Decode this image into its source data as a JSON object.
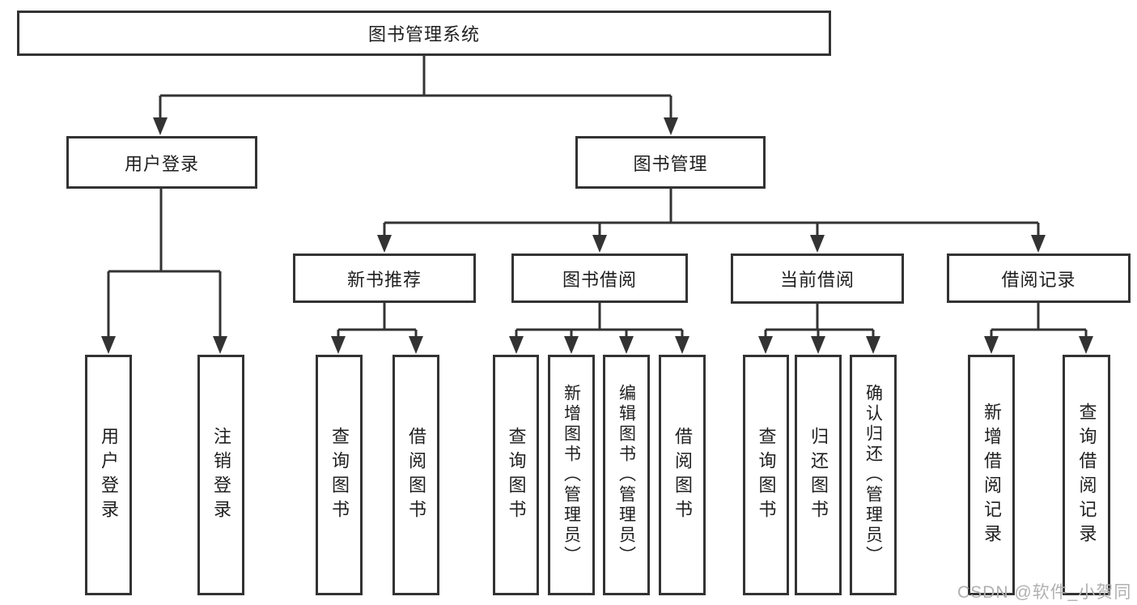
{
  "colors": {
    "line": "#333333",
    "box_border": "#333333",
    "text": "#1f1f1f",
    "background": "#ffffff",
    "watermark": "#b0b0b0"
  },
  "tree": {
    "root": {
      "label": "图书管理系统"
    },
    "children": [
      {
        "label": "用户登录",
        "children": [
          {
            "label": "用户登录"
          },
          {
            "label": "注销登录"
          }
        ]
      },
      {
        "label": "图书管理",
        "children": [
          {
            "label": "新书推荐",
            "children": [
              {
                "label": "查询图书"
              },
              {
                "label": "借阅图书"
              }
            ]
          },
          {
            "label": "图书借阅",
            "children": [
              {
                "label": "查询图书"
              },
              {
                "label": "新增图书（管理员）"
              },
              {
                "label": "编辑图书（管理员）"
              },
              {
                "label": "借阅图书"
              }
            ]
          },
          {
            "label": "当前借阅",
            "children": [
              {
                "label": "查询图书"
              },
              {
                "label": "归还图书"
              },
              {
                "label": "确认归还（管理员）"
              }
            ]
          },
          {
            "label": "借阅记录",
            "children": [
              {
                "label": "新增借阅记录"
              },
              {
                "label": "查询借阅记录"
              }
            ]
          }
        ]
      }
    ]
  },
  "watermark": {
    "text": "CSDN @软件_小贺同学"
  }
}
